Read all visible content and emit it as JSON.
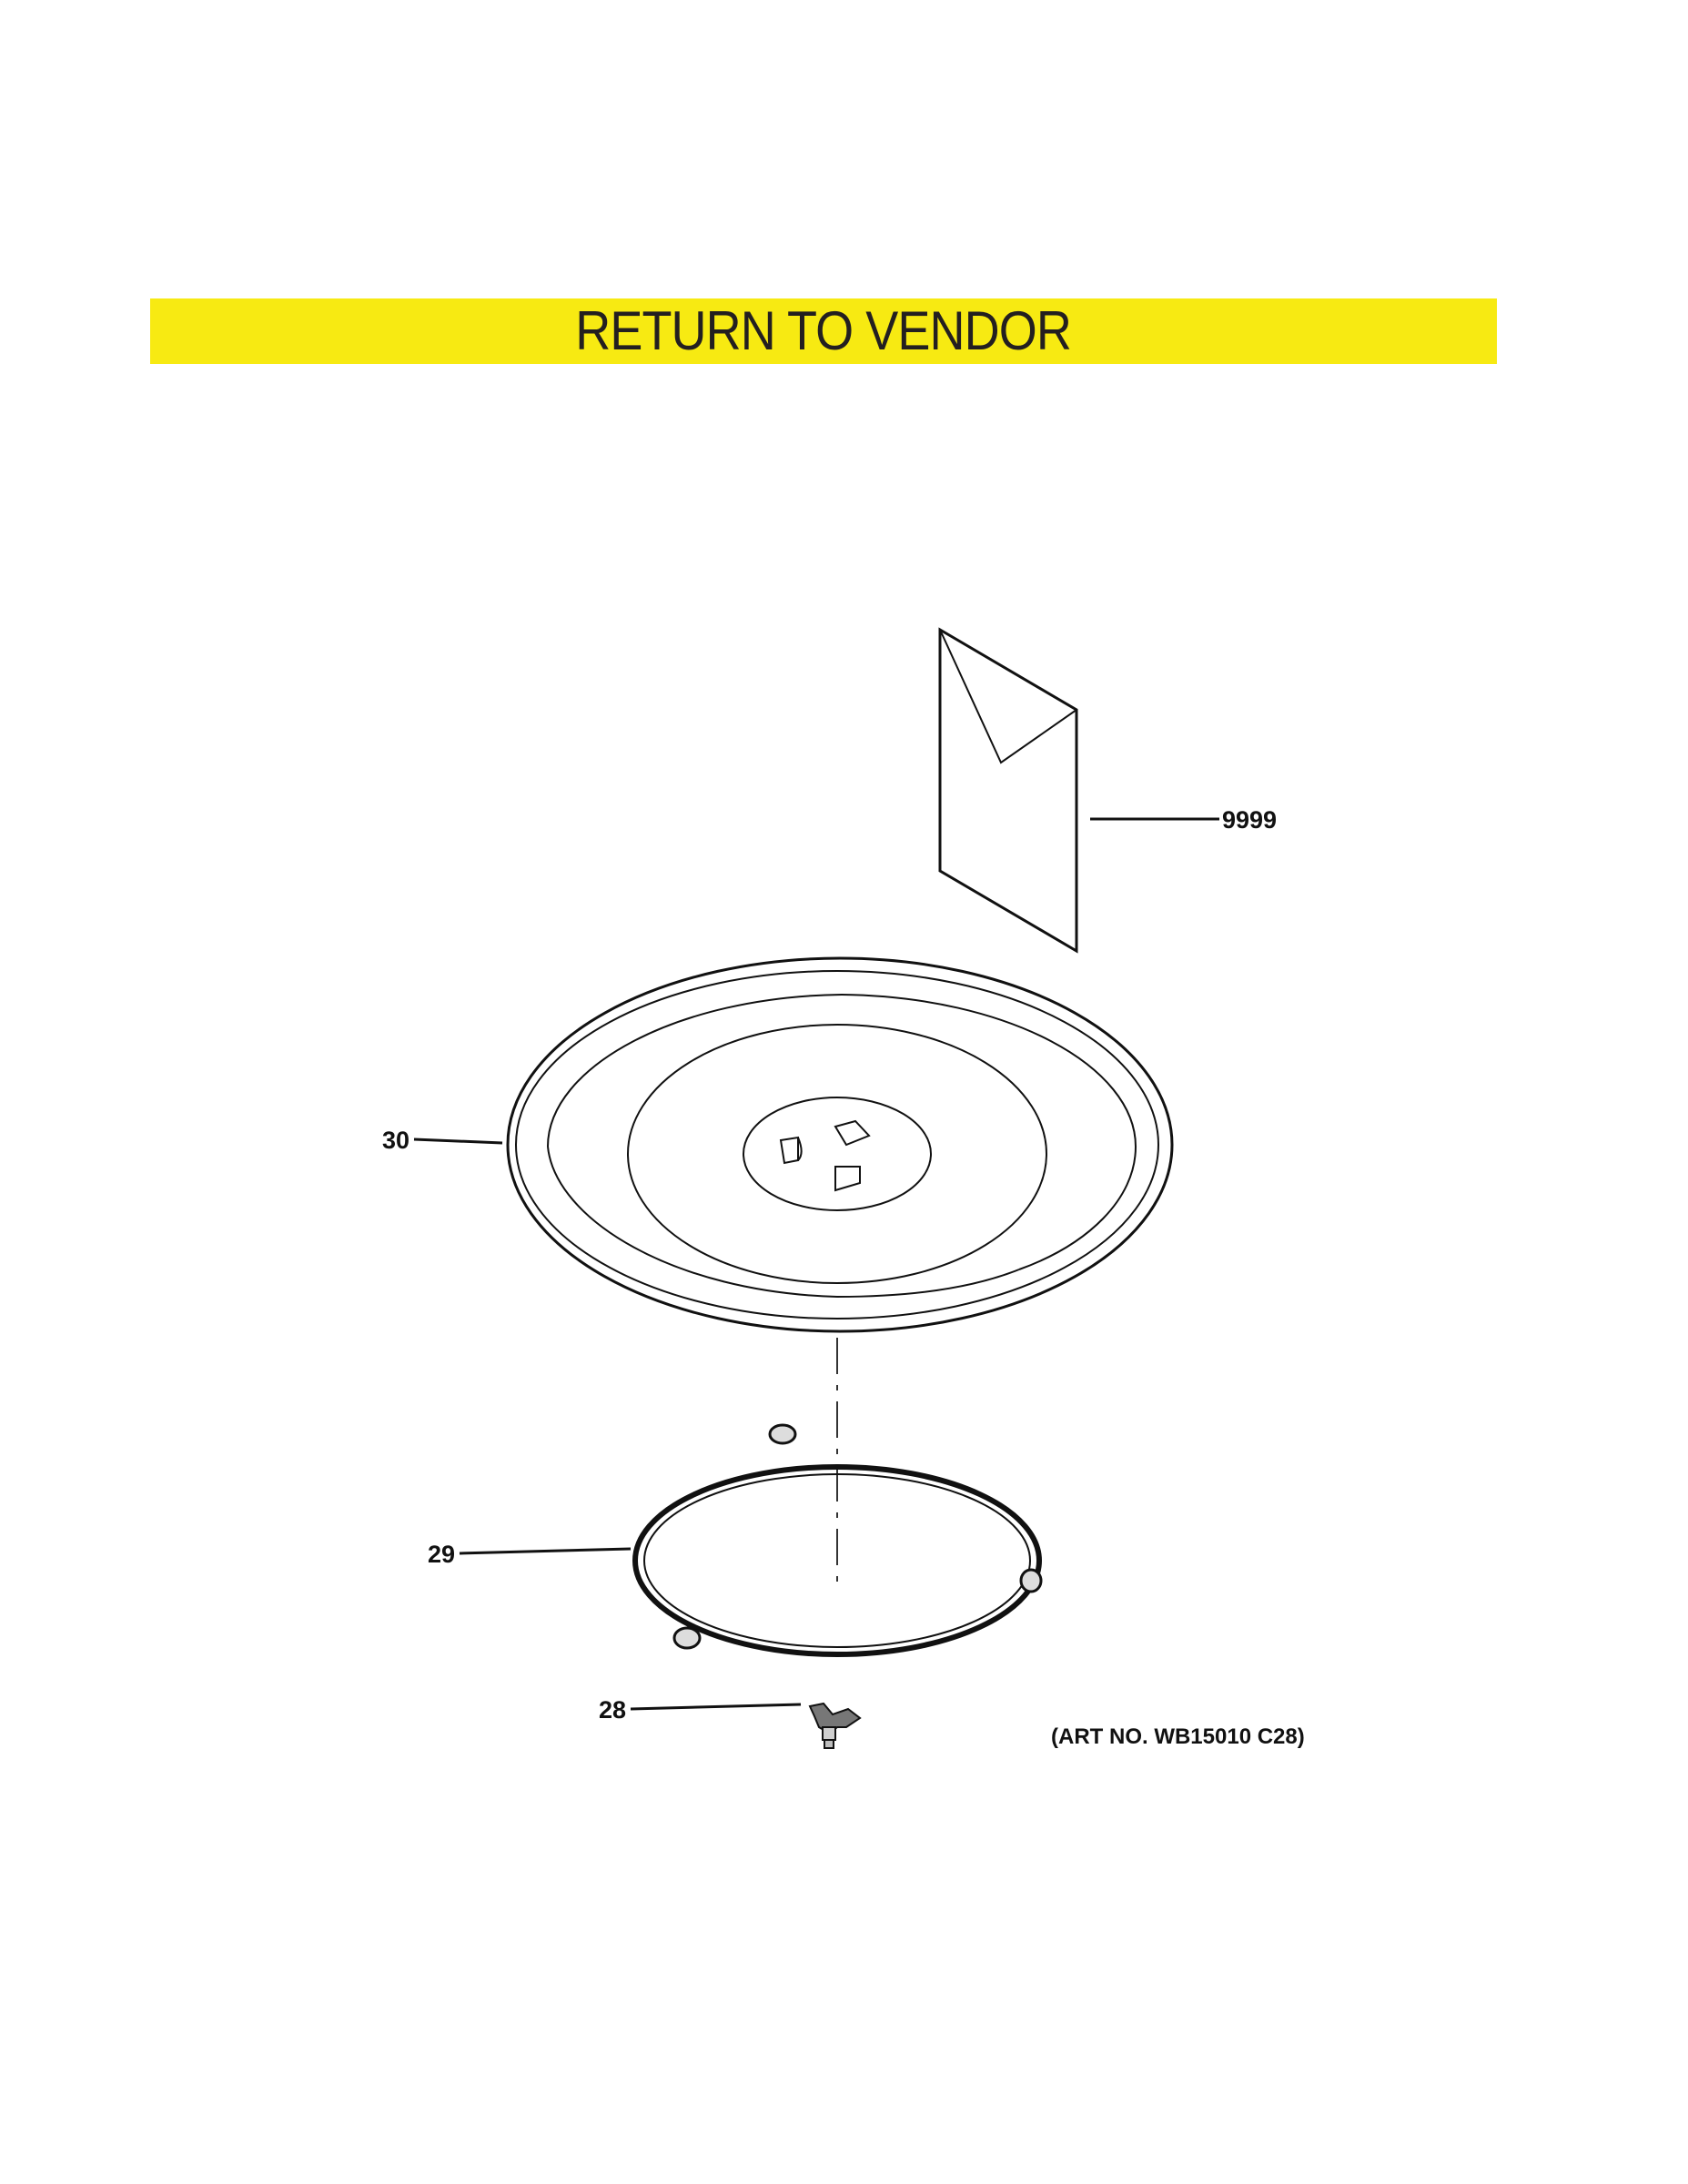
{
  "banner": {
    "text": "RETURN TO VENDOR",
    "color": "#f7ea12"
  },
  "callouts": {
    "literature": "9999",
    "tray": "30",
    "roller_ring": "29",
    "coupler": "28"
  },
  "art_number": "(ART NO. WB15010 C28)"
}
